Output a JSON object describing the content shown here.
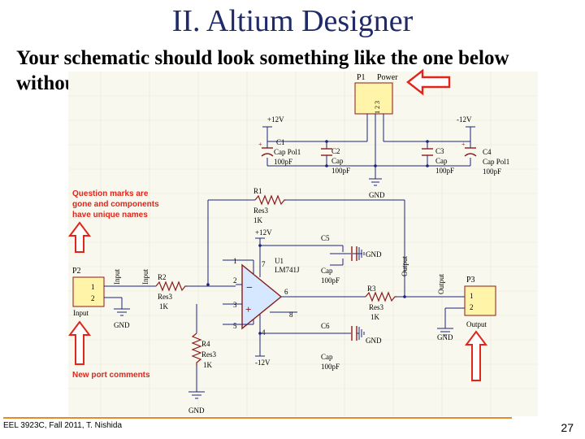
{
  "slide": {
    "title": "II. Altium Designer",
    "subtitle_line1": "Your schematic should look something like the one below",
    "subtitle_line2": "without any question marks on it",
    "footer": "EEL 3923C, Fall 2011, T. Nishida",
    "page_number": "27"
  },
  "schematic": {
    "p1": {
      "ref": "P1",
      "value": "Power",
      "pins": "1 2 3"
    },
    "vplus1": "+12V",
    "vminus1": "-12V",
    "c1": {
      "ref": "C1",
      "type": "Cap Pol1",
      "value": "100pF"
    },
    "c2": {
      "ref": "C2",
      "type": "Cap",
      "value": "100pF"
    },
    "c3": {
      "ref": "C3",
      "type": "Cap",
      "value": "100pF"
    },
    "c4": {
      "ref": "C4",
      "type": "Cap Pol1",
      "value": "100pF"
    },
    "gnd": "GND",
    "r1": {
      "ref": "R1",
      "type": "Res3",
      "value": "1K"
    },
    "r2": {
      "ref": "R2",
      "type": "Res3",
      "value": "1K"
    },
    "r3": {
      "ref": "R3",
      "type": "Res3",
      "value": "1K"
    },
    "r4": {
      "ref": "R4",
      "type": "Res3",
      "value": "1K"
    },
    "u1": {
      "ref": "U1",
      "part": "LM741J"
    },
    "c5": {
      "ref": "C5",
      "type": "Cap",
      "value": "100pF"
    },
    "c6": {
      "ref": "C6",
      "type": "Cap",
      "value": "100pF"
    },
    "vplus2": "+12V",
    "vminus2": "-12V",
    "p2": {
      "ref": "P2",
      "pin1": "1",
      "pin2": "2",
      "comment": "Input"
    },
    "p3": {
      "ref": "P3",
      "pin1": "1",
      "pin2": "2",
      "comment": "Output"
    },
    "net_input": "Input",
    "net_output": "Output",
    "pins": {
      "n1": "1",
      "n2": "2",
      "n3": "3",
      "n4": "4",
      "n5": "5",
      "n6": "6",
      "n7": "7",
      "n8": "8"
    },
    "annotation_top": [
      "Question marks are",
      "gone and components",
      "have unique names"
    ],
    "annotation_bottom": "New port comments"
  },
  "colors": {
    "title": "#1f2a6b",
    "footer_line": "#e8892b",
    "annotation": "#e1251b",
    "wire": "#1a237e",
    "part": "#8b1a1a",
    "port_fill": "#fff4a8"
  }
}
